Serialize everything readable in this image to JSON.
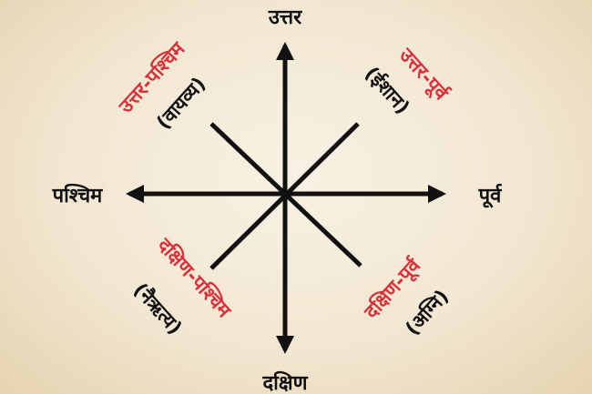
{
  "directions": {
    "north": "उत्तर",
    "south": "दक्षिण",
    "east": "पूर्व",
    "west": "पश्चिम"
  },
  "intercardinal": {
    "northwest": {
      "name": "उत्तर-पश्चिम",
      "alias": "(वायव्य)"
    },
    "northeast": {
      "name": "उत्तर-पूर्व",
      "alias": "(ईशान)"
    },
    "southwest": {
      "name": "दक्षिण-पश्चिम",
      "alias": "(नैऋत्य)"
    },
    "southeast": {
      "name": "दक्षिण-पूर्व",
      "alias": "(अग्नि)"
    }
  },
  "colors": {
    "line": "#111111",
    "intercardinal_name": "#d9303a",
    "alias": "#111111"
  }
}
